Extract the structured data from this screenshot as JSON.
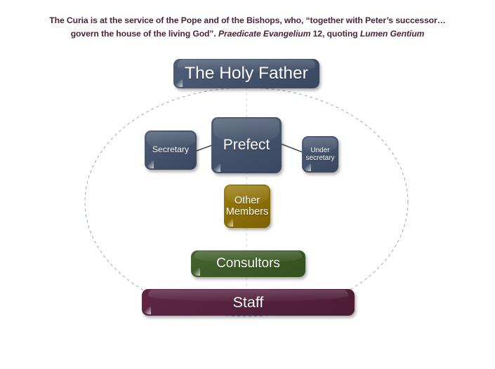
{
  "caption": {
    "line1": "The Curia is at the service of the Pope and of the Bishops, who, “together with Peter’s successor…",
    "line2_a": "govern the house of the living God”.  ",
    "line2_source": "Praedicate Evangelium",
    "line2_b": " 12, quoting ",
    "line2_cite": "Lumen Gentium",
    "text_color": "#4e2239"
  },
  "diagram": {
    "type": "organizational-chart",
    "title": "Roman Curia dicastery structure",
    "nodes": [
      {
        "id": "holy-father",
        "label": "The Holy Father",
        "color": "#45546c",
        "level": 0
      },
      {
        "id": "prefect",
        "label": "Prefect",
        "color": "#45546c",
        "level": 1
      },
      {
        "id": "secretary",
        "label": "Secretary",
        "color": "#45546c",
        "level": 2
      },
      {
        "id": "under-secretary",
        "label_line1": "Under",
        "label_line2": "secretary",
        "color": "#45546c",
        "level": 3
      },
      {
        "id": "other-members",
        "label_line1": "Other",
        "label_line2": "Members",
        "color": "#8d6f07",
        "level": 2
      },
      {
        "id": "consultors",
        "label": "Consultors",
        "color": "#3c5a26",
        "level": 3
      },
      {
        "id": "staff",
        "label": "Staff",
        "color": "#55223c",
        "level": 4
      }
    ],
    "connectors": [
      {
        "from": "secretary",
        "to": "prefect",
        "style": "solid",
        "color": "#4a4a4a"
      },
      {
        "from": "prefect",
        "to": "under-secretary",
        "style": "solid",
        "color": "#4a4a4a"
      },
      {
        "from": "holy-father",
        "to": "staff",
        "style": "dashed-vertical",
        "color": "#c9d2dd"
      }
    ],
    "ellipse": {
      "style": "dashed",
      "color": "#9fb2c6",
      "note": "encircles Prefect, Secretary, Under secretary, Other Members, Consultors and Staff"
    }
  }
}
